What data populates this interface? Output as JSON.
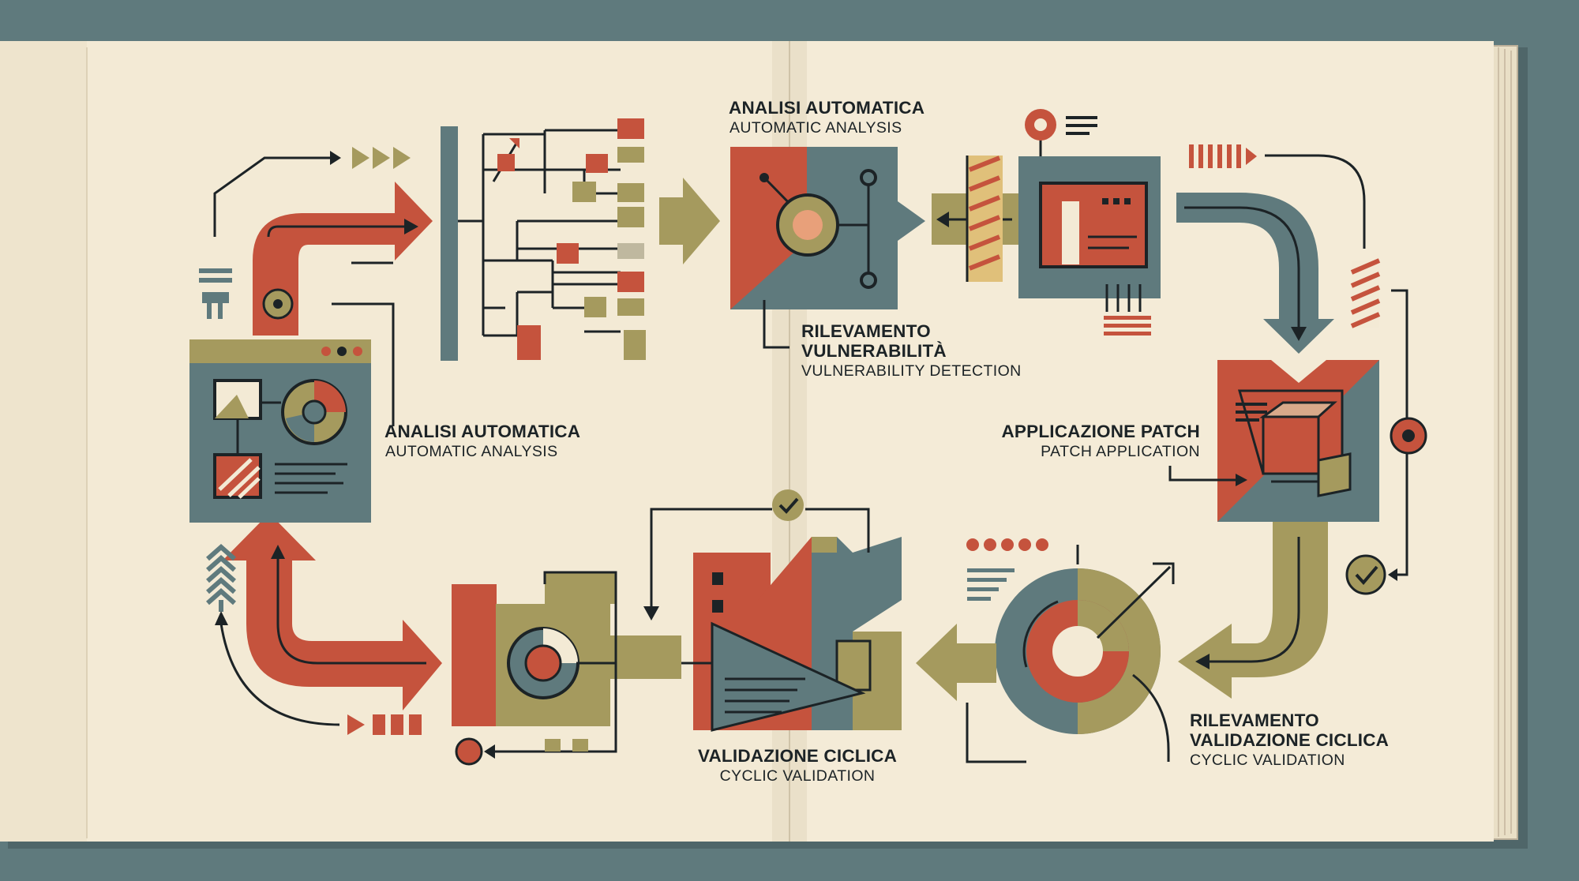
{
  "labels": {
    "top_analysis_title": "ANALISI AUTOMATICA",
    "top_analysis_sub": "AUTOMATIC ANALYSIS",
    "vuln_title_1": "RILEVAMENTO",
    "vuln_title_2": "VULNERABILITÀ",
    "vuln_sub": "VULNERABILITY DETECTION",
    "left_analysis_title": "ANALISI AUTOMATICA",
    "left_analysis_sub": "AUTOMATIC ANALYSIS",
    "patch_title": "APPLICAZIONE PATCH",
    "patch_sub": "PATCH APPLICATION",
    "validation_title": "VALIDAZIONE CICLICA",
    "validation_sub": "CYCLIC VALIDATION",
    "cyclic_title_1": "RILEVAMENTO",
    "cyclic_title_2": "VALIDAZIONE CICLICA",
    "cyclic_sub": "CYCLIC VALIDATION"
  },
  "colors": {
    "background": "#5f7a7d",
    "paper": "#f3ead5",
    "red": "#c5533d",
    "slate": "#5f7a7d",
    "olive": "#a59a5e",
    "ink": "#1c2326"
  }
}
